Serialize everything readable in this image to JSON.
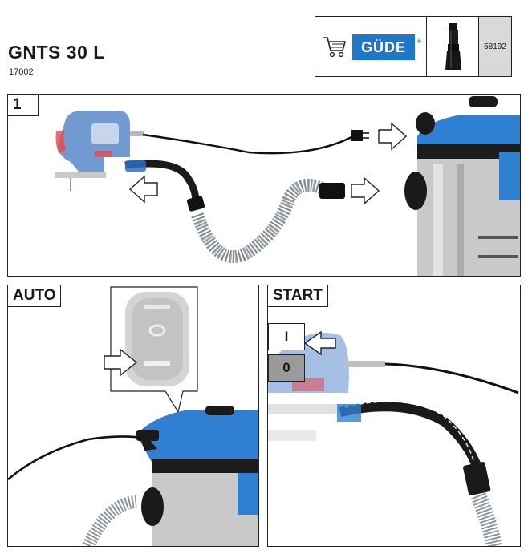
{
  "header": {
    "title": "GNTS 30 L",
    "item_number": "17002",
    "brand_logo": "GÜDE",
    "brand_reg": "®",
    "accessory_number": "58192",
    "icons": [
      "shopping-cart-icon",
      "accessory-adapter-icon"
    ]
  },
  "panels": {
    "step1": {
      "label": "1"
    },
    "auto": {
      "label": "AUTO"
    },
    "start": {
      "label": "START",
      "switch_on": "I",
      "switch_off": "0"
    }
  },
  "colors": {
    "accent_blue": "#2f7fd3",
    "hose_grey": "#8f959c",
    "steel": "#c9c9c9",
    "switch_off_bg": "#9a9a9a"
  }
}
